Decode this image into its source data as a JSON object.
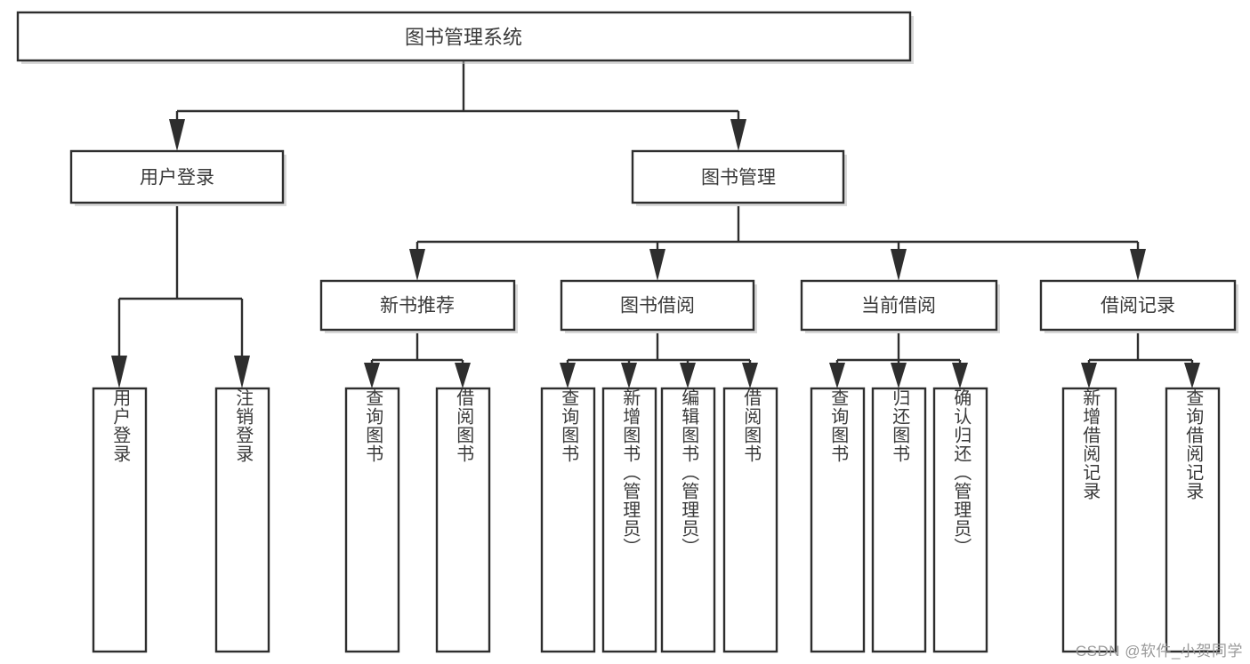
{
  "diagram": {
    "type": "tree-hierarchy-flowchart",
    "title": "图书管理系统",
    "root": {
      "label": "图书管理系统",
      "orientation": "horizontal"
    },
    "level2": [
      {
        "label": "用户登录",
        "orientation": "horizontal"
      },
      {
        "label": "图书管理",
        "orientation": "horizontal"
      }
    ],
    "level3": [
      {
        "label": "新书推荐",
        "orientation": "horizontal"
      },
      {
        "label": "图书借阅",
        "orientation": "horizontal"
      },
      {
        "label": "当前借阅",
        "orientation": "horizontal"
      },
      {
        "label": "借阅记录",
        "orientation": "horizontal"
      }
    ],
    "leaves": {
      "user_login": [
        {
          "label": "用户登录",
          "orientation": "vertical"
        },
        {
          "label": "注销登录",
          "orientation": "vertical"
        }
      ],
      "new_book_recommend": [
        {
          "label": "查询图书",
          "orientation": "vertical"
        },
        {
          "label": "借阅图书",
          "orientation": "vertical"
        }
      ],
      "book_borrow": [
        {
          "label": "查询图书",
          "orientation": "vertical"
        },
        {
          "label": "新增图书（管理员）",
          "orientation": "vertical"
        },
        {
          "label": "编辑图书（管理员）",
          "orientation": "vertical"
        },
        {
          "label": "借阅图书",
          "orientation": "vertical"
        }
      ],
      "current_borrow": [
        {
          "label": "查询图书",
          "orientation": "vertical"
        },
        {
          "label": "归还图书",
          "orientation": "vertical"
        },
        {
          "label": "确认归还（管理员）",
          "orientation": "vertical"
        }
      ],
      "borrow_record": [
        {
          "label": "新增借阅记录",
          "orientation": "vertical"
        },
        {
          "label": "查询借阅记录",
          "orientation": "vertical"
        }
      ]
    },
    "watermark": "CSDN @软件_小贺同学",
    "colors": {
      "background": "#ffffff",
      "box_fill": "#ffffff",
      "stroke": "#2e2e2e",
      "text": "#3a3a3a",
      "shadow": "#b8b8b8",
      "watermark": "#9a9a9a"
    }
  }
}
